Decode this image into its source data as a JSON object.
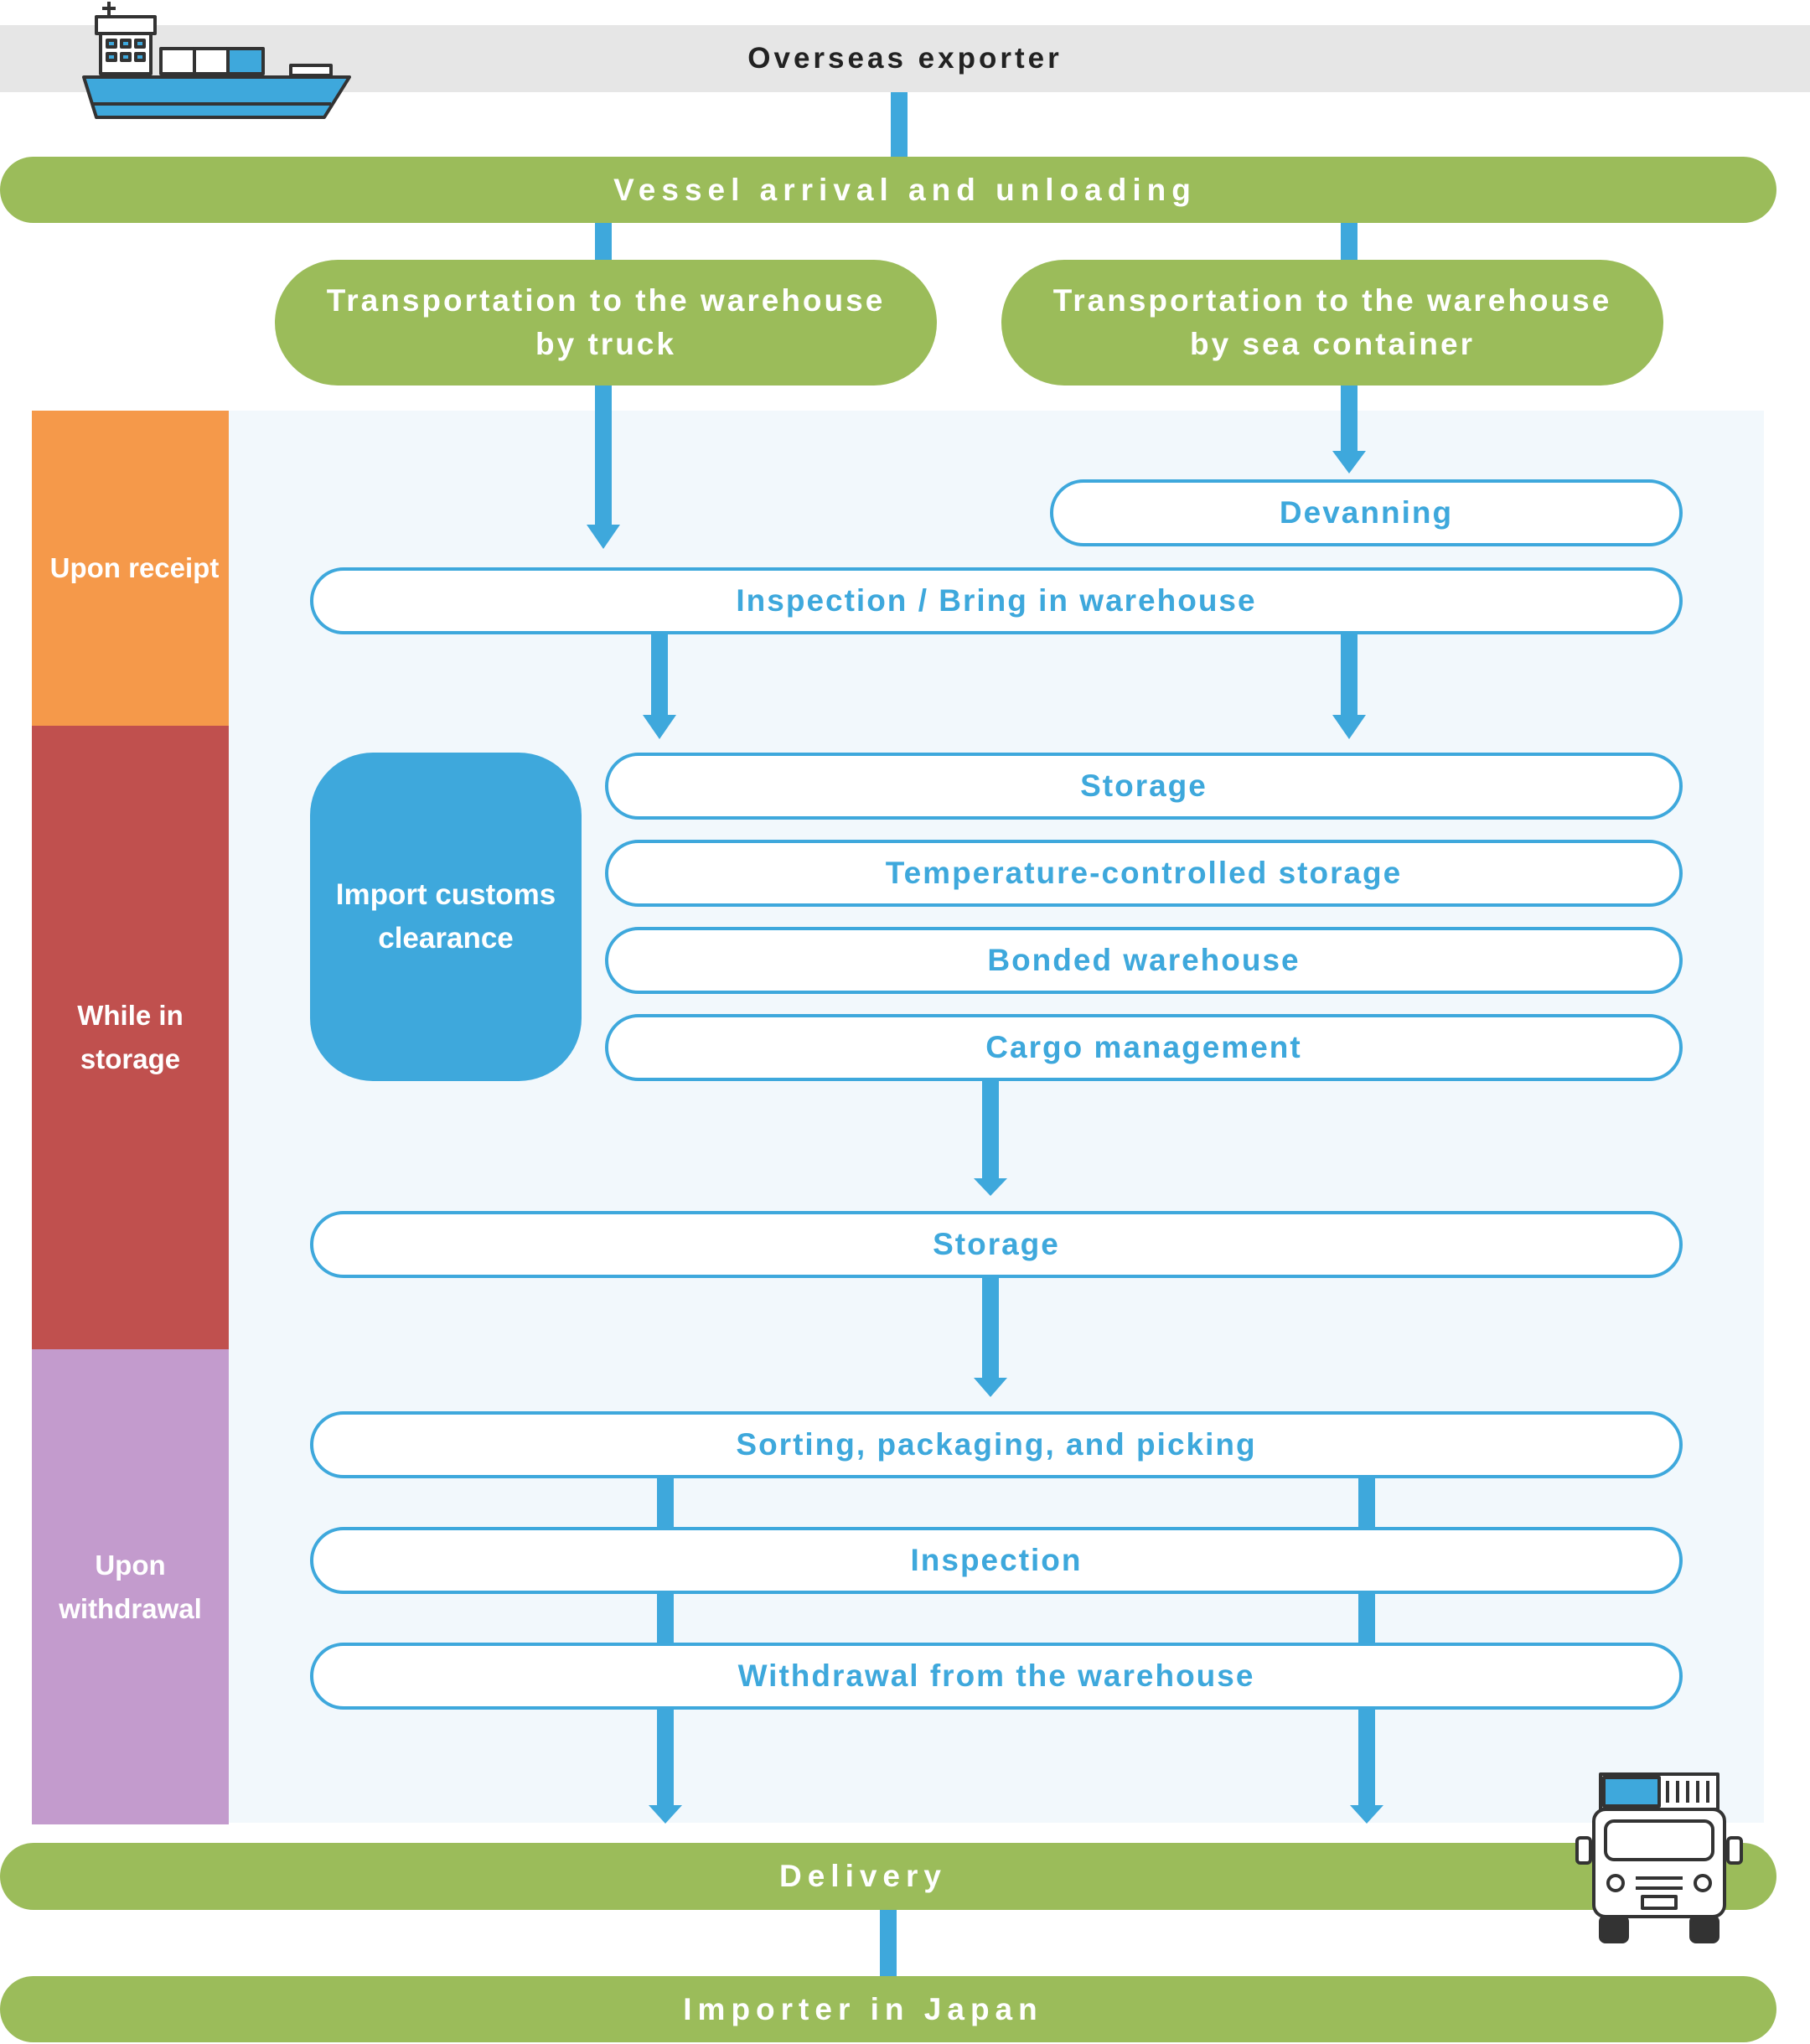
{
  "colors": {
    "green": "#9bbc5a",
    "blue": "#3ea8dc",
    "orange": "#f5994a",
    "red": "#c0504e",
    "purple": "#c39bcd",
    "panel": "#f2f8fc",
    "band": "#e6e6e6"
  },
  "icons": [
    "ship-icon",
    "truck-icon"
  ],
  "flow": {
    "exporter": "Overseas exporter",
    "arrival": "Vessel arrival and unloading",
    "truck_transport": [
      "Transportation to the warehouse",
      "by truck"
    ],
    "sea_transport": [
      "Transportation to the warehouse",
      "by sea container"
    ],
    "devanning": "Devanning",
    "inspection_bring_in": "Inspection / Bring in warehouse",
    "customs": [
      "Import customs",
      "clearance"
    ],
    "storage_options": [
      "Storage",
      "Temperature-controlled storage",
      "Bonded warehouse",
      "Cargo management"
    ],
    "storage": "Storage",
    "sorting": "Sorting, packaging, and picking",
    "inspection": "Inspection",
    "withdrawal": "Withdrawal from the warehouse",
    "delivery": "Delivery",
    "importer": "Importer in Japan"
  },
  "stages": {
    "receipt": [
      "Upon receipt"
    ],
    "storage": [
      "While in",
      "storage"
    ],
    "withdrawal": [
      "Upon",
      "withdrawal"
    ]
  }
}
